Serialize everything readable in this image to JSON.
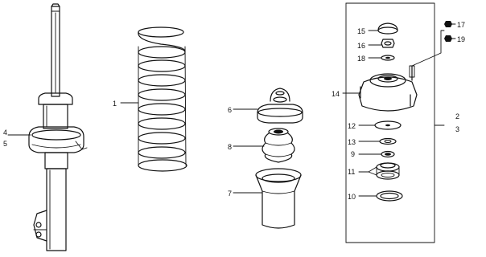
{
  "callouts": {
    "n1": "1",
    "n2": "2",
    "n3": "3",
    "n4": "4",
    "n5": "5",
    "n6": "6",
    "n7": "7",
    "n8": "8",
    "n9": "9",
    "n10": "10",
    "n11": "11",
    "n12": "12",
    "n13": "13",
    "n14": "14",
    "n15": "15",
    "n16": "16",
    "n17": "17",
    "n18": "18",
    "n19": "19"
  }
}
